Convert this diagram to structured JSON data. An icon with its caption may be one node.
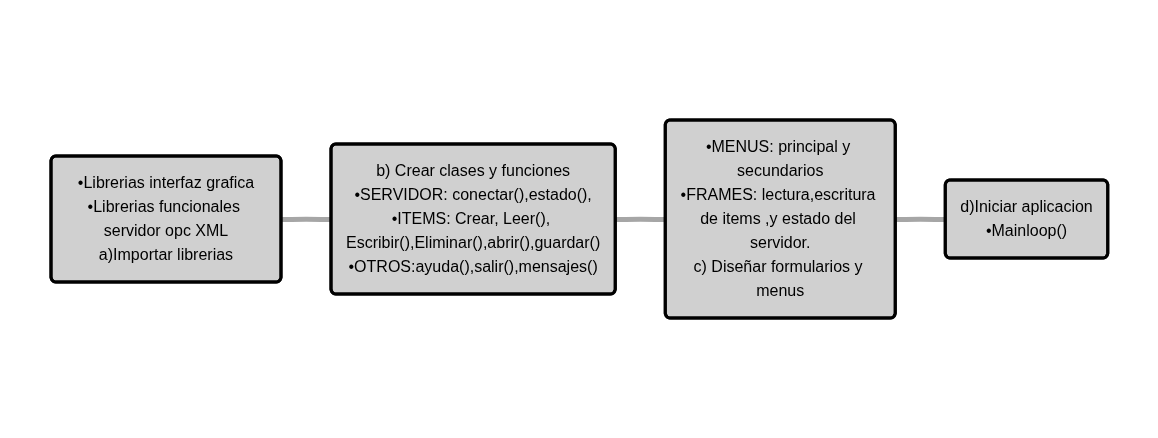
{
  "diagram": {
    "nodes": [
      {
        "text": [
          "•Librerias interfaz grafica",
          "•Librerias funcionales servidor opc XML",
          "a)Importar librerias"
        ]
      },
      {
        "text": [
          "b) Crear clases y funciones",
          "•SERVIDOR: conectar(),estado(),",
          "•ITEMS: Crear, Leer(), Escribir(),Eliminar(),abrir(),guardar()",
          "•OTROS:ayuda(),salir(),mensajes()"
        ]
      },
      {
        "text": [
          "•MENUS: principal y secundarios",
          "•FRAMES: lectura,escritura de items ,y estado del servidor.",
          "c) Diseñar formularios y menus"
        ]
      },
      {
        "text": [
          "d)Iniciar aplicacion",
          "•Mainloop()"
        ]
      }
    ],
    "edges": [
      {
        "from": 0,
        "to": 1,
        "arrow": "none"
      },
      {
        "from": 1,
        "to": 2,
        "arrow": "none"
      },
      {
        "from": 2,
        "to": 3,
        "arrow": "none"
      }
    ]
  }
}
